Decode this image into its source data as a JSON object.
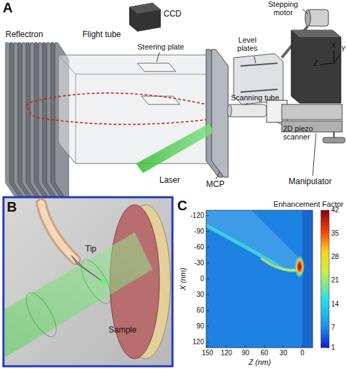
{
  "diagram": {
    "labels": [
      "A",
      "CCD",
      "Stepping motor",
      "Reflectron",
      "Flight tube",
      "Steering plate",
      "Level plates",
      "X",
      "Y",
      "Z",
      "Scanning tube",
      "2D piezo scanner",
      "Manipulator",
      "Laser",
      "MCP",
      "B",
      "Tip",
      "Sample",
      "C",
      "Enhancement Factor",
      "150",
      "120",
      "90",
      "60",
      "30",
      "0",
      "Z (nm)",
      "-120",
      "-90",
      "-60",
      "-30",
      "0",
      "30",
      "60",
      "90",
      "120",
      "X (nm)",
      "42",
      "35",
      "28",
      "21",
      "14",
      "7",
      "1"
    ]
  }
}
